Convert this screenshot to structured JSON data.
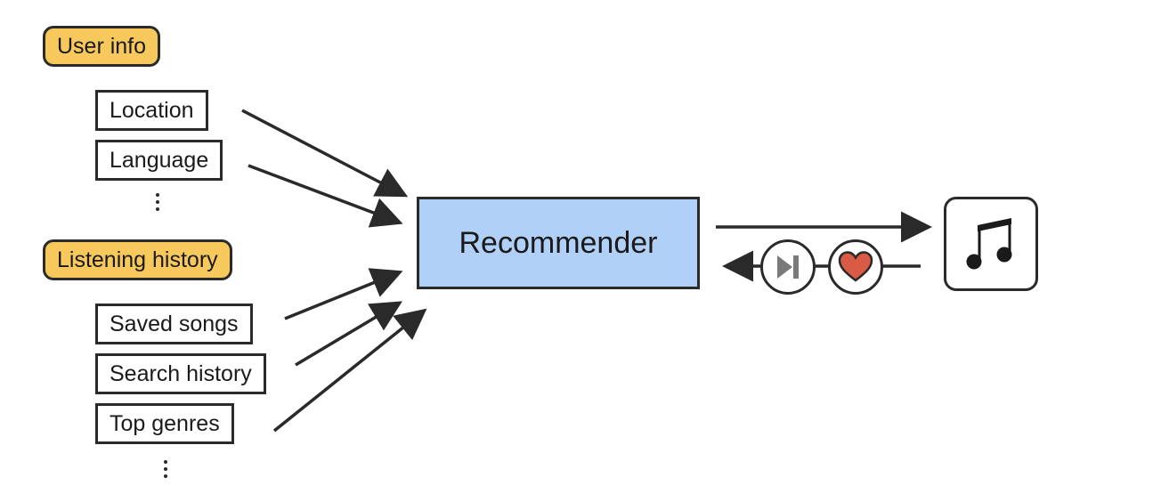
{
  "groups": {
    "user_info": {
      "label": "User info",
      "items": [
        "Location",
        "Language"
      ],
      "more": "⋮"
    },
    "listening_history": {
      "label": "Listening history",
      "items": [
        "Saved songs",
        "Search history",
        "Top genres"
      ],
      "more": "⋮"
    }
  },
  "center": {
    "label": "Recommender"
  },
  "output": {
    "icon": "music-note-icon"
  },
  "feedback": [
    {
      "icon": "skip-icon"
    },
    {
      "icon": "heart-icon"
    }
  ],
  "colors": {
    "tag_fill": "#f7c85c",
    "recommender_fill": "#b0d0f7",
    "heart": "#d95a45",
    "skip": "#7a7a7a",
    "stroke": "#2a2a2a"
  }
}
